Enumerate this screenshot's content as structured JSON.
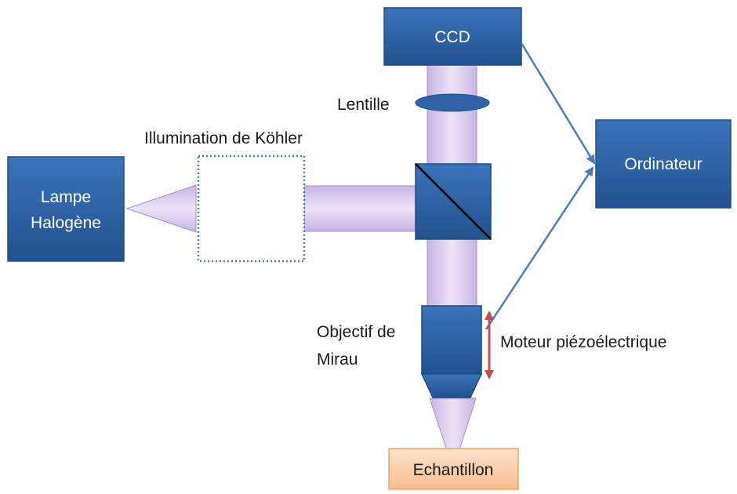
{
  "components": {
    "ccd": "CCD",
    "ordinateur": "Ordinateur",
    "lampe_line1": "Lampe",
    "lampe_line2": "Halogène",
    "echantillon": "Echantillon"
  },
  "labels": {
    "lentille": "Lentille",
    "kohler": "Illumination de Köhler",
    "objectif_line1": "Objectif de",
    "objectif_line2": "Mirau",
    "moteur": "Moteur piézoélectrique"
  },
  "colors": {
    "box_fill": "#2f63a6",
    "box_stroke": "#1f4d86",
    "beam_fill": "#d8c9ec",
    "beam_stroke": "#a78fcb",
    "sample_fill": "#fcd3b3",
    "sample_stroke": "#f0a062",
    "connector": "#4a7ebb",
    "motor_arrow": "#c0504d",
    "kohler_border": "#4a7ebb"
  }
}
